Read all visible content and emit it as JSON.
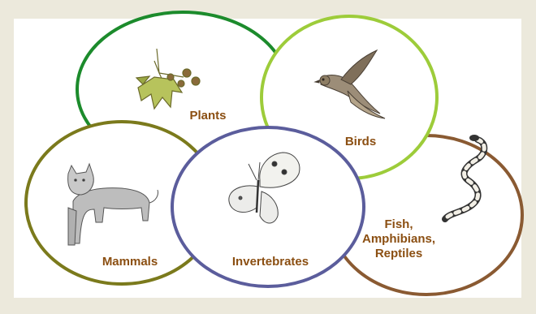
{
  "groups": [
    {
      "id": "plants",
      "label": "Plants",
      "color": "#1c8b2c",
      "icon": "plant-icon"
    },
    {
      "id": "birds",
      "label": "Birds",
      "color": "#9dcc3a",
      "icon": "bird-icon"
    },
    {
      "id": "mammals",
      "label": "Mammals",
      "color": "#7b7a1c",
      "icon": "lynx-icon"
    },
    {
      "id": "invertebrates",
      "label": "Invertebrates",
      "color": "#5b5d9c",
      "icon": "butterfly-icon"
    },
    {
      "id": "fish",
      "label": "Fish,\nAmphibians,\nReptiles",
      "color": "#8a5a32",
      "icon": "snake-icon"
    }
  ],
  "colors": {
    "background": "#ece9dc",
    "panel": "#ffffff",
    "label": "#8b4f12"
  }
}
